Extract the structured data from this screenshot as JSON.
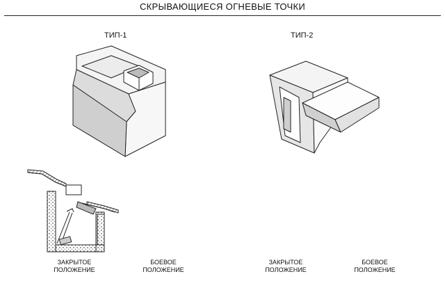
{
  "title": "СКРЫВАЮЩИЕСЯ ОГНЕВЫЕ ТОЧКИ",
  "type1": "ТИП-1",
  "type2": "ТИП-2",
  "captions": {
    "t1_closed_line1": "ЗАКРЫТОЕ",
    "t1_closed_line2": "ПОЛОЖЕНИЕ",
    "t1_combat_line1": "БОЕВОЕ",
    "t1_combat_line2": "ПОЛОЖЕНИЕ",
    "t2_closed_line1": "ЗАКРЫТОЕ",
    "t2_closed_line2": "ПОЛОЖЕНИЕ",
    "t2_combat_line1": "БОЕВОЕ",
    "t2_combat_line2": "ПОЛОЖЕНИЕ"
  }
}
